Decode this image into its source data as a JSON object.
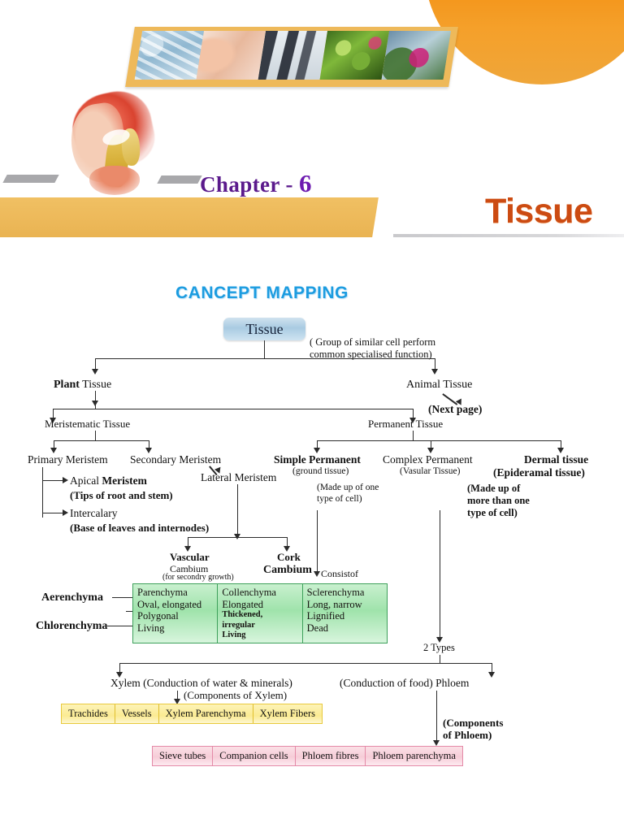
{
  "header": {
    "chapter_label": "Chapter - ",
    "chapter_number": "6",
    "title": "Tissue",
    "photo_captions": [
      "dna-photo",
      "hand-photo",
      "microscope-photo",
      "plant-photo",
      "flower-photo"
    ],
    "knee_image": "knee-anatomy-illustration"
  },
  "concept_map": {
    "heading": "CANCEPT MAPPING",
    "root": "Tissue",
    "root_note": "( Group of similar cell perform\ncommon specialised function)",
    "level1": {
      "plant": "Plant Tissue",
      "plant_bold": "Plant",
      "plant_rest": " Tissue",
      "animal": "Animal Tissue",
      "animal_note": "(Next page)"
    },
    "level2": {
      "meristematic": "Meristematic Tissue",
      "permanent": "Permanent Tissue"
    },
    "level3": {
      "primary_meristem": "Primary Meristem",
      "secondary_meristem": "Secondary Meristem",
      "lateral_meristem": "Lateral Meristem",
      "simple_permanent": "Simple Permanent",
      "simple_permanent_note": "(ground tissue)",
      "simple_permanent_detail": "(Made up of one\ntype of cell)",
      "complex_permanent": "Complex Permanent",
      "complex_permanent_note": "(Vasular Tissue)",
      "complex_permanent_detail": "(Made up of\nmore than one\ntype of cell)",
      "dermal": "Dermal tissue",
      "dermal_note": "(Epideramal tissue)"
    },
    "primary_branches": [
      {
        "label_plain": "Apical ",
        "label_bold": "Meristem",
        "sub": "(Tips of root and stem)"
      },
      {
        "label_plain": "Intercalary",
        "label_bold": "",
        "sub": "(Base of leaves and internodes)"
      }
    ],
    "cambium": {
      "vascular": "Vascular",
      "vascular_sub": "Cambium",
      "vascular_note": "(for secondry growth)",
      "cork": "Cork",
      "cork_sub": "Cambium",
      "consist_of": "Consistof"
    },
    "left_labels": {
      "aerenchyma": "Aerenchyma",
      "chlorenchyma": "Chlorenchyma"
    },
    "simple_tissue_table": {
      "columns": [
        {
          "name": "Parenchyma",
          "lines": [
            "Oval, elongated",
            "Polygonal",
            "Living"
          ],
          "small_lines": []
        },
        {
          "name": "Collenchyma",
          "lines": [
            "Elongated"
          ],
          "small_lines": [
            "Thickened,",
            "irregular",
            "Living"
          ]
        },
        {
          "name": "Sclerenchyma",
          "lines": [
            "Long, narrow",
            "Lignified",
            "Dead"
          ],
          "small_lines": []
        }
      ]
    },
    "two_types": "2 Types",
    "xylem": {
      "label": "Xylem (Conduction of water & minerals)",
      "components_note": "(Components of Xylem)",
      "components": [
        "Trachides",
        "Vessels",
        "Xylem Parenchyma",
        "Xylem Fibers"
      ]
    },
    "phloem": {
      "label": "(Conduction of food) Phloem",
      "components_note": "(Components\nof Phloem)",
      "components": [
        "Sieve tubes",
        "Companion cells",
        "Phloem fibres",
        "Phloem parenchyma"
      ]
    }
  },
  "colors": {
    "orange": "#e87e0e",
    "gold": "#edb95a",
    "title_orange": "#cc4b12",
    "purple": "#5b1a8c",
    "cmap_blue": "#1c9ce0",
    "green_table": "#9fe3ab",
    "yellow_table": "#fbeb92",
    "pink_table": "#f6cdd8"
  }
}
